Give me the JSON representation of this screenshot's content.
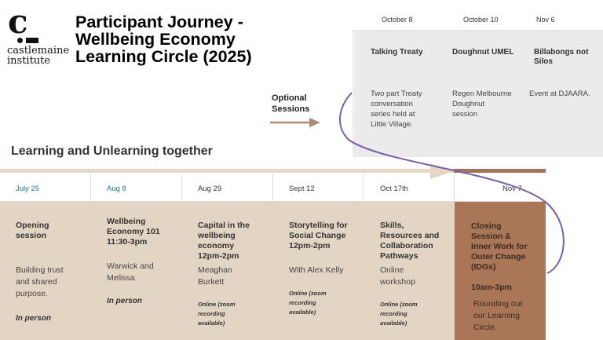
{
  "logo": {
    "mark": "c",
    "text": "castlemaine\ninstitute"
  },
  "title": "Participant Journey -\nWellbeing Economy\nLearning Circle (2025)",
  "optional_label": "Optional\nSessions",
  "section_title": "Learning and Unlearning together",
  "optional_sessions": [
    {
      "date": "October 8",
      "title": "Talking Treaty",
      "body": "Two part Treaty\nconversation\nseries held at\nLittle Village."
    },
    {
      "date": "October 10",
      "title": "Doughnut UMEL",
      "body": "Regen Melbourne\nDoughnut\nsession"
    },
    {
      "date": "Nov 6",
      "title": "Billabongs not\nSilos",
      "body": "Event at DJAARA."
    }
  ],
  "sessions": [
    {
      "date": "July 25",
      "title": "Opening\nsession",
      "body": "Building  trust\nand shared\npurpose.",
      "note": "In person"
    },
    {
      "date": "Aug 8",
      "title": "Wellbeing\nEconomy 101\n11:30-3pm",
      "body": "Warwick and\nMelissa",
      "note": "In person"
    },
    {
      "date": "Aug 29",
      "title": "Capital in the\nwellbeing\neconomy\n12pm-2pm",
      "body": "Meaghan\nBurkett",
      "note": "Online (zoom\nrecording\navailable)"
    },
    {
      "date": "Sept 12",
      "title": "Storytelling for\nSocial Change\n12pm-2pm",
      "body": "With Alex Kelly",
      "note": "Online (zoom\nrecording\navailable)"
    },
    {
      "date": "Oct 17th",
      "title": "Skills,\nResources and\nCollaboration\nPathways",
      "body": "Online\nworkshop",
      "note": "Online (zoom\nrecording\navailable)"
    },
    {
      "date": "Nov 7",
      "title": "Closing\nSession &\nInner Work for\nOuter Change\n(IDGs)",
      "time": "10am-3pm",
      "body": "Rounding out\nour Learning\nCircle."
    }
  ],
  "colors": {
    "beige": "#e3d5c3",
    "brown": "#a97758",
    "teal": "#1e7a8a",
    "purple": "#7b5ea7",
    "arrow": "#b08a6e"
  }
}
